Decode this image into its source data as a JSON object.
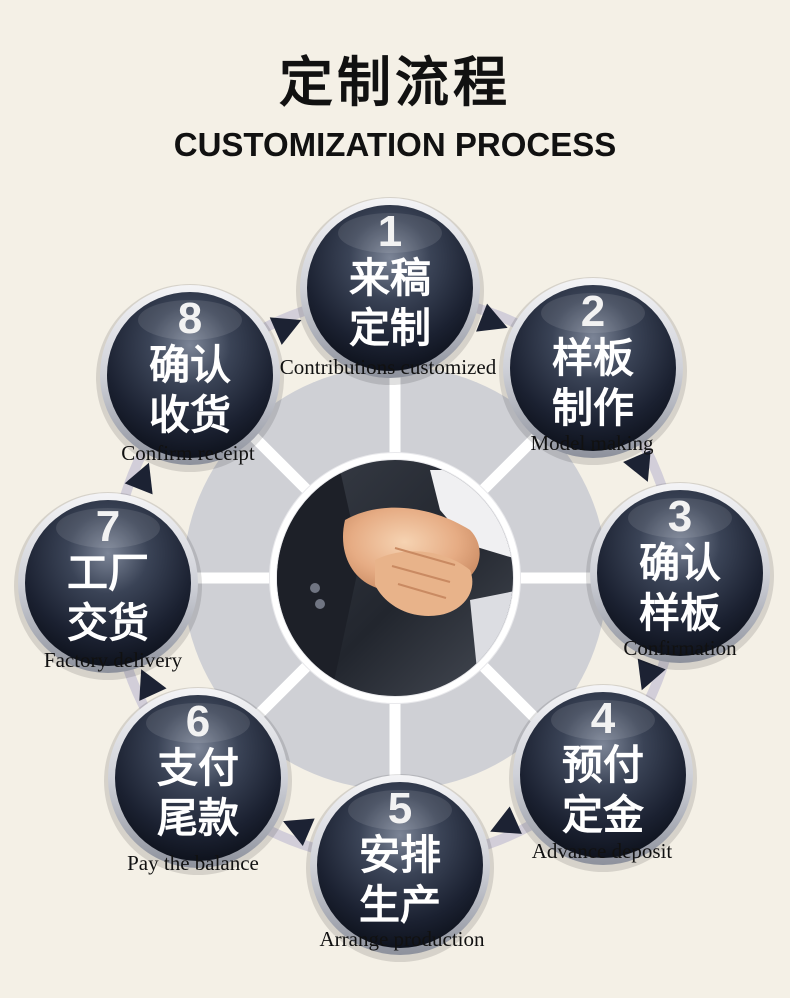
{
  "title_cn": "定制流程",
  "title_en": "CUSTOMIZATION PROCESS",
  "colors": {
    "background": "#f4f0e6",
    "hub": "#cfd0d5",
    "spoke": "#ffffff",
    "arrow": "#1c2233",
    "ring_track": "#c9c6d6"
  },
  "center_image": "handshake-photo",
  "steps": [
    {
      "num": "1",
      "cn1": "来稿",
      "cn2": "定制",
      "en": "Contributions customized"
    },
    {
      "num": "2",
      "cn1": "样板",
      "cn2": "制作",
      "en": "Model making"
    },
    {
      "num": "3",
      "cn1": "确认",
      "cn2": "样板",
      "en": "Confirmation"
    },
    {
      "num": "4",
      "cn1": "预付",
      "cn2": "定金",
      "en": "Advance deposit"
    },
    {
      "num": "5",
      "cn1": "安排",
      "cn2": "生产",
      "en": "Arrange production"
    },
    {
      "num": "6",
      "cn1": "支付",
      "cn2": "尾款",
      "en": "Pay the balance"
    },
    {
      "num": "7",
      "cn1": "工厂",
      "cn2": "交货",
      "en": "Factory delivery"
    },
    {
      "num": "8",
      "cn1": "确认",
      "cn2": "收货",
      "en": "Confirm receipt"
    }
  ]
}
